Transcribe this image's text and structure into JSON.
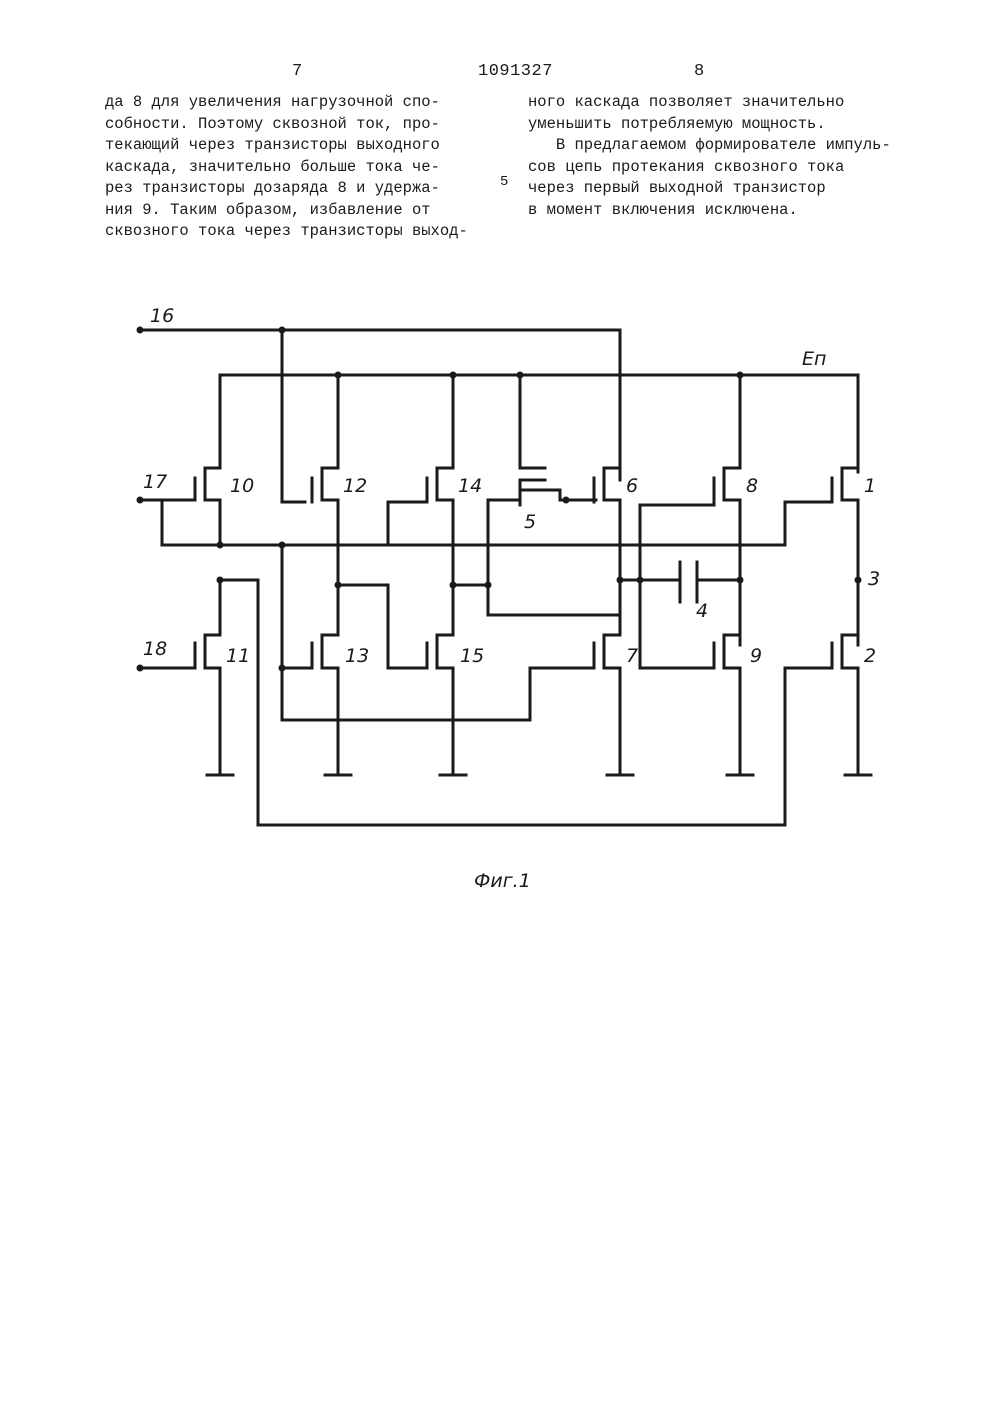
{
  "header": {
    "page_left": "7",
    "patent_number": "1091327",
    "page_right": "8"
  },
  "text": {
    "left_lines": [
      "да 8 для увеличения нагрузочной спо-",
      "собности. Поэтому сквозной ток, про-",
      "текающий через транзисторы выходного",
      "каскада, значительно больше тока че-",
      "рез транзисторы дозаряда 8 и удержа-",
      "ния 9. Таким образом, избавление от",
      "сквозного тока через транзисторы выход-"
    ],
    "line_marker": "5",
    "right_lines": [
      "ного каскада позволяет значительно",
      "уменьшить потребляемую мощность.",
      "",
      "   В предлагаемом формирователе импуль-",
      "сов цепь протекания сквозного тока",
      "через первый выходной транзистор",
      "в момент включения исключена."
    ]
  },
  "figure": {
    "caption": "Фиг.1",
    "supply_label": "Eп",
    "terminal_labels": [
      "16",
      "17",
      "18",
      "3"
    ],
    "transistor_labels": [
      "10",
      "11",
      "12",
      "13",
      "14",
      "15",
      "6",
      "7",
      "8",
      "9",
      "1",
      "2",
      "5"
    ],
    "capacitor_label": "4"
  }
}
